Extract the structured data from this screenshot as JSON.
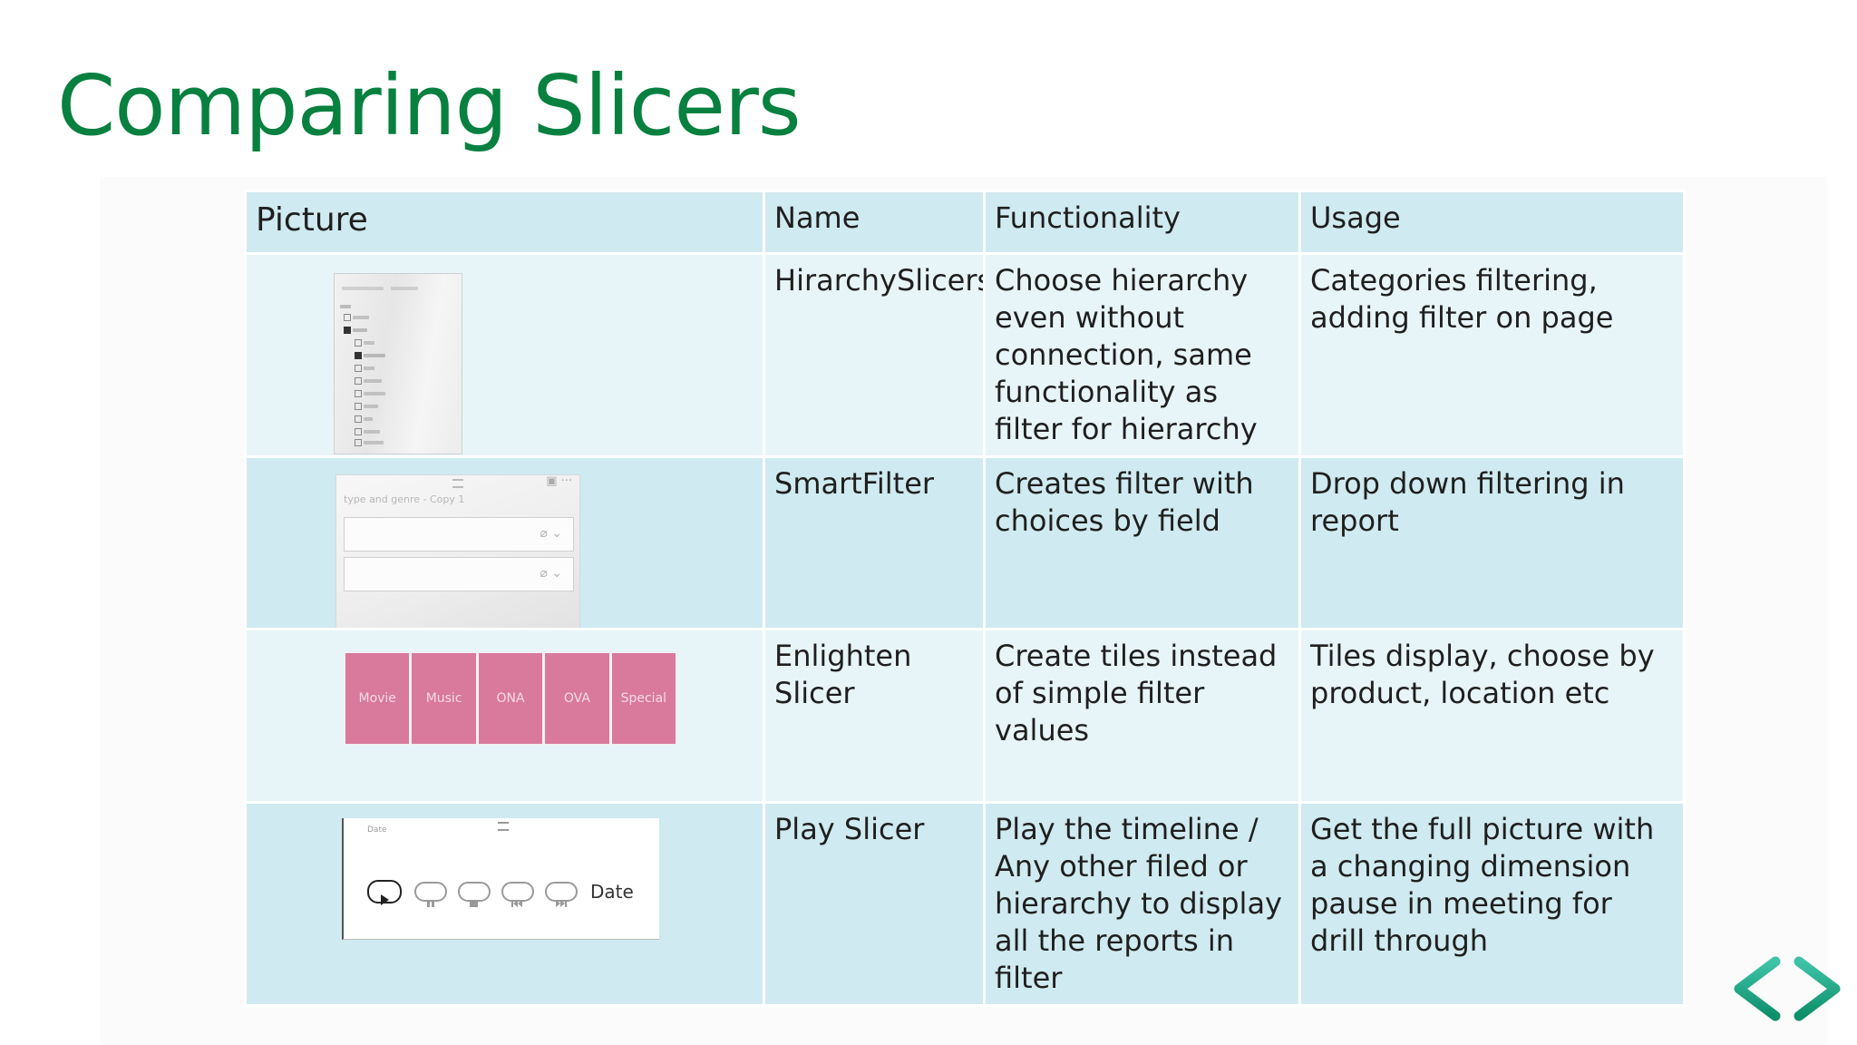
{
  "title": "Comparing Slicers",
  "accent_color": "#08803f",
  "header_fill": "#cfeaf0",
  "row_fill_light": "#e8f5f8",
  "table": {
    "headers": {
      "picture": "Picture",
      "name": "Name",
      "functionality": "Functionality",
      "usage": "Usage"
    },
    "rows": [
      {
        "name": "HirarchySlicers",
        "functionality": "Choose hierarchy even without connection, same functionality as filter for hierarchy",
        "usage": "Categories filtering, adding filter on page",
        "picture": "hierarchy-slicer-thumbnail"
      },
      {
        "name": "SmartFilter",
        "functionality": "Creates filter with choices by field",
        "usage": "Drop down filtering in report",
        "picture": "smart-filter-thumbnail",
        "thumb_label": "type and genre - Copy 1"
      },
      {
        "name": "Enlighten Slicer",
        "functionality": "Create tiles instead of simple filter values",
        "usage": "Tiles display, choose by product, location etc",
        "picture": "enlighten-tiles-thumbnail",
        "tiles": [
          "Movie",
          "Music",
          "ONA",
          "OVA",
          "Special"
        ]
      },
      {
        "name": "Play Slicer",
        "functionality": "Play the timeline / Any other filed or hierarchy to display all the reports in filter",
        "usage": "Get the full picture with a changing dimension pause in meeting for drill through",
        "picture": "play-slicer-thumbnail",
        "thumb_label": "Date",
        "thumb_small_label": "Date"
      }
    ]
  },
  "logo": "chevron-brackets-icon"
}
